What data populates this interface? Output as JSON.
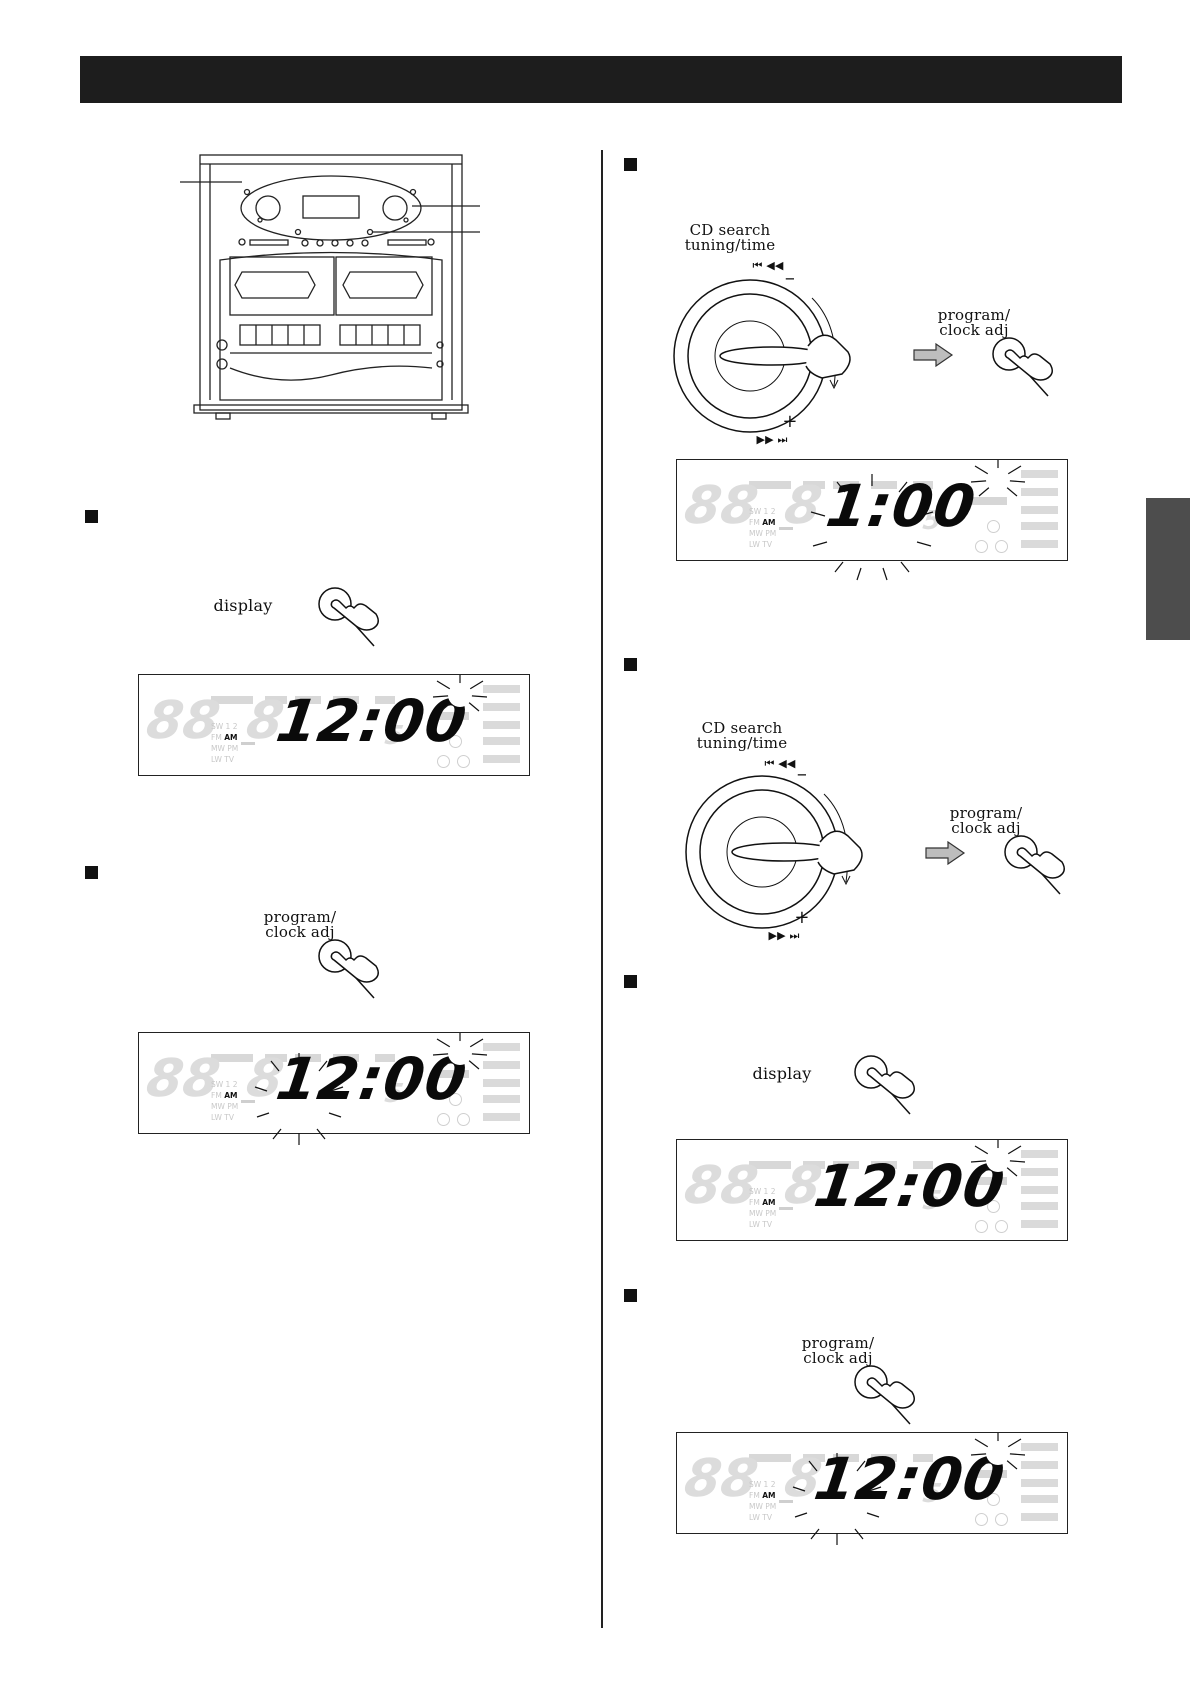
{
  "labels": {
    "display": "display",
    "program_clock_adj_line1": "program/",
    "program_clock_adj_line2": "clock adj",
    "cd_search": "CD search",
    "tuning_time": "tuning/time",
    "minus": "–",
    "plus": "+",
    "skip_back": "⏮ ◀◀",
    "skip_fwd": "▶▶ ⏭"
  },
  "lcd_band": {
    "sw": "SW  1  2",
    "fm": "FM",
    "am": "AM",
    "mw_pm": "MW  PM",
    "lw_tv": "LW   TV"
  },
  "displays": [
    {
      "id": "d1",
      "time": "12:00",
      "blink": false
    },
    {
      "id": "d2",
      "time": "12:00",
      "blink": true
    },
    {
      "id": "d3",
      "time": "1:00",
      "blink": true
    },
    {
      "id": "d4",
      "time": "12:00",
      "blink": false
    },
    {
      "id": "d5",
      "time": "12:00",
      "blink": true
    }
  ],
  "colors": {
    "header_bar": "#1d1d1d",
    "side_tab": "#4d4d4d",
    "lcd_ghost": "#dcdcdc"
  }
}
